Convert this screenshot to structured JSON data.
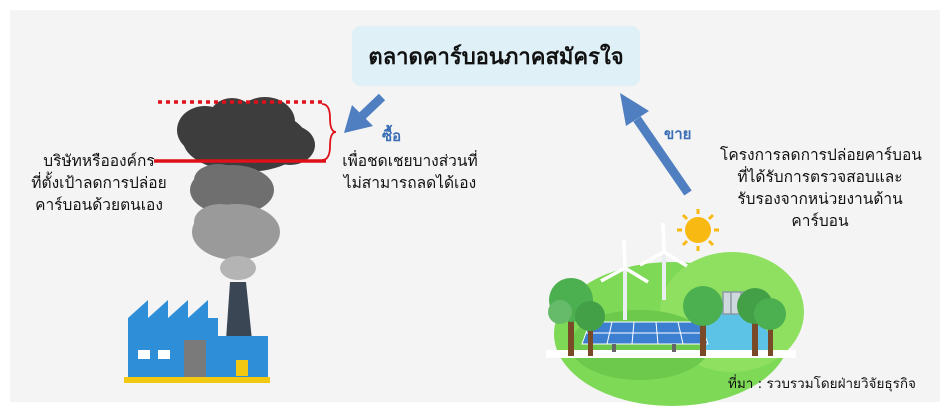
{
  "title": "ตลาดคาร์บอนภาคสมัครใจ",
  "buy_label": "ซื้อ",
  "sell_label": "ขาย",
  "buyer_text": [
    "บริษัทหรือองค์กร",
    "ที่ตั้งเป้าลดการปล่อย",
    "คาร์บอนด้วยตนเอง"
  ],
  "offset_text": [
    "เพื่อชดเชยบางส่วนที่",
    "ไม่สามารถลดได้เอง"
  ],
  "project_text": [
    "โครงการลดการปล่อยคาร์บอน",
    "ที่ได้รับการตรวจสอบและ",
    "รับรองจากหน่วยงานด้าน",
    "คาร์บอน"
  ],
  "source": "ที่มา : รวบรวมโดยฝ่ายวิจัยธุรกิจ",
  "colors": {
    "arrow": "#4f7fc1",
    "target_line": "#e0101a",
    "title_box": "#dff0f7",
    "factory": "#2e8fd8"
  }
}
